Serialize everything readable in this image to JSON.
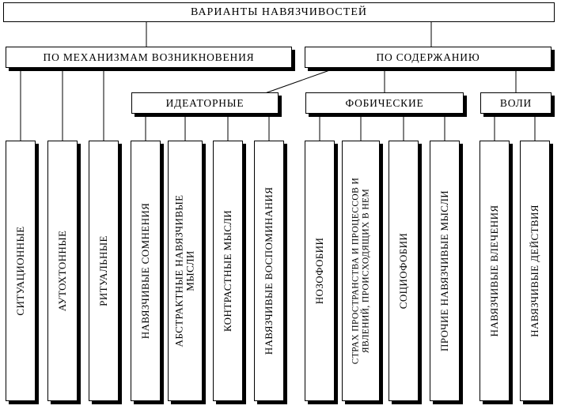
{
  "title": "ВАРИАНТЫ НАВЯЗЧИВОСТЕЙ",
  "level2": [
    {
      "id": "mechanisms",
      "label": "ПО МЕХАНИЗМАМ ВОЗНИКНОВЕНИЯ"
    },
    {
      "id": "content",
      "label": "ПО СОДЕРЖАНИЮ"
    }
  ],
  "level3": [
    {
      "id": "ideatory",
      "label": "ИДЕАТОРНЫЕ"
    },
    {
      "id": "phobic",
      "label": "ФОБИЧЕСКИЕ"
    },
    {
      "id": "volitional",
      "label": "ВОЛИ"
    }
  ],
  "leaves": [
    {
      "label": "СИТУАЦИОННЫЕ",
      "parent": "mechanisms"
    },
    {
      "label": "АУТОХТОННЫЕ",
      "parent": "mechanisms"
    },
    {
      "label": "РИТУАЛЬНЫЕ",
      "parent": "mechanisms"
    },
    {
      "label": "НАВЯЗЧИВЫЕ СОМНЕНИЯ",
      "parent": "ideatory"
    },
    {
      "label": "АБСТРАКТНЫЕ НАВЯЗЧИВЫЕ МЫСЛИ",
      "parent": "ideatory"
    },
    {
      "label": "КОНТРАСТНЫЕ МЫСЛИ",
      "parent": "ideatory"
    },
    {
      "label": "НАВЯЗЧИВЫЕ ВОСПОМИНАНИЯ",
      "parent": "ideatory"
    },
    {
      "label": "НОЗОФОБИИ",
      "parent": "phobic"
    },
    {
      "label": "СТРАХ ПРОСТРАНСТВА И ПРОЦЕССОВ И ЯВЛЕНИЙ, ПРОИСХОДЯЩИХ В НЕМ",
      "parent": "phobic"
    },
    {
      "label": "СОЦИОФОБИИ",
      "parent": "phobic"
    },
    {
      "label": "ПРОЧИЕ НАВЯЗЧИВЫЕ МЫСЛИ",
      "parent": "phobic"
    },
    {
      "label": "НАВЯЗЧИВЫЕ ВЛЕЧЕНИЯ",
      "parent": "volitional"
    },
    {
      "label": "НАВЯЗЧИВЫЕ ДЕЙСТВИЯ",
      "parent": "volitional"
    }
  ],
  "colors": {
    "line": "#000000",
    "box_bg": "#ffffff",
    "box_border": "#000000",
    "shadow": "#000000"
  }
}
